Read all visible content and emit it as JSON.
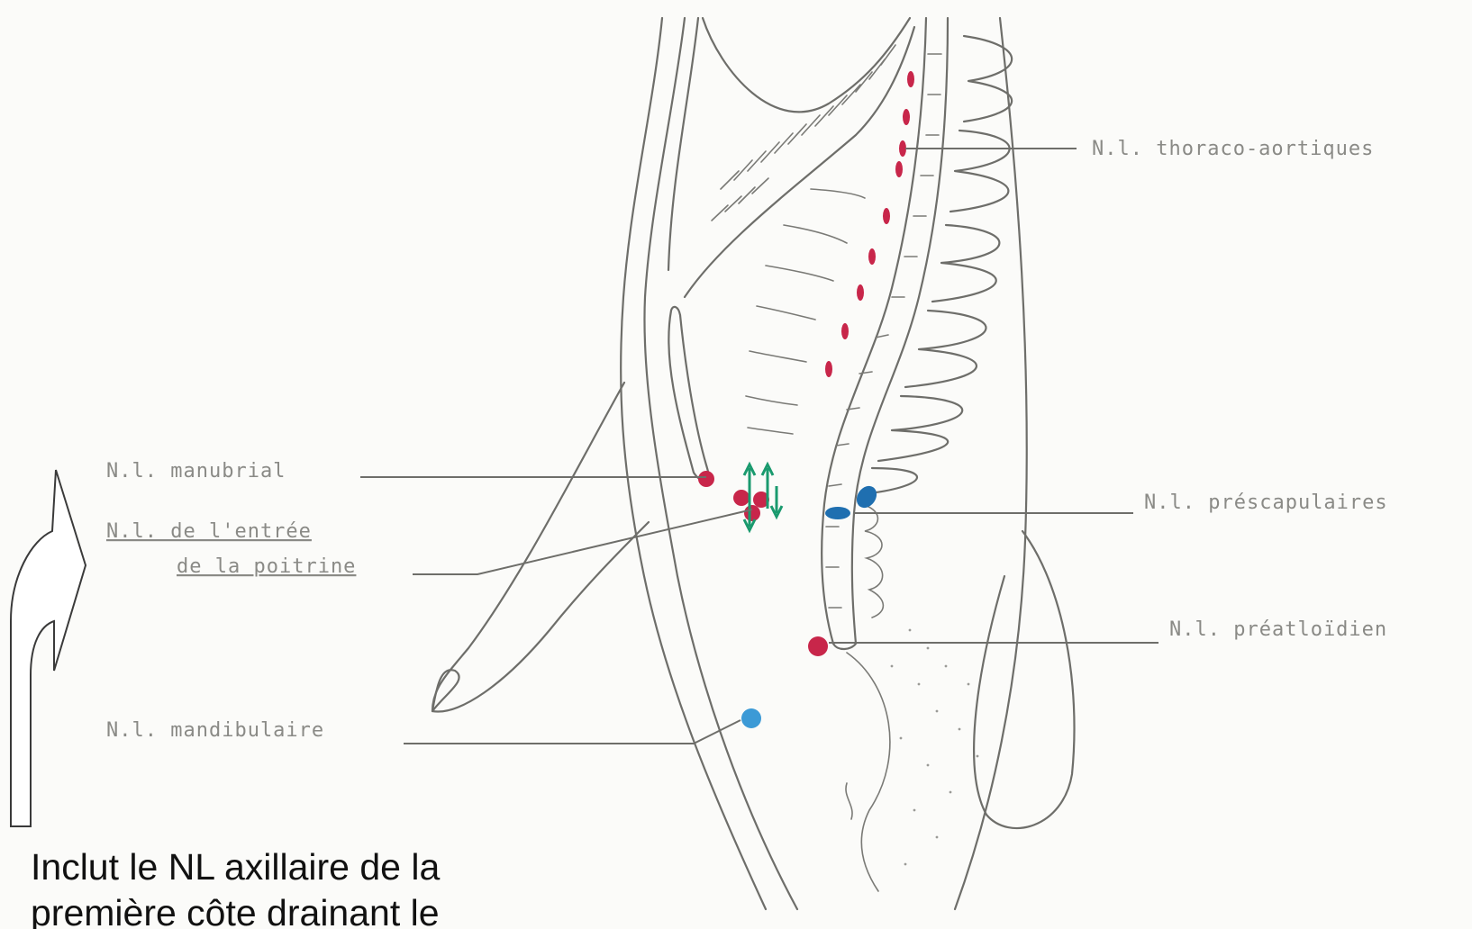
{
  "labels": {
    "thoraco_aortiques": "N.l. thoraco-aortiques",
    "manubrial": "N.l. manubrial",
    "entree_line1": "N.l. de l'entrée",
    "entree_line2": "de la poitrine",
    "prescapulaires": "N.l. préscapulaires",
    "preatloidien": "N.l. préatloïdien",
    "mandibulaire": "N.l. mandibulaire"
  },
  "caption": {
    "line1": "Inclut le NL axillaire de la",
    "line2": "première côte drainant le"
  },
  "colors": {
    "ink": "#6e6e6a",
    "node_red": "#c8264a",
    "node_blue_dark": "#1f6fb0",
    "node_blue_light": "#3c9ad6",
    "arrow_green": "#1a9a6e",
    "label_grey": "#8a8a86",
    "caption": "#111111"
  }
}
